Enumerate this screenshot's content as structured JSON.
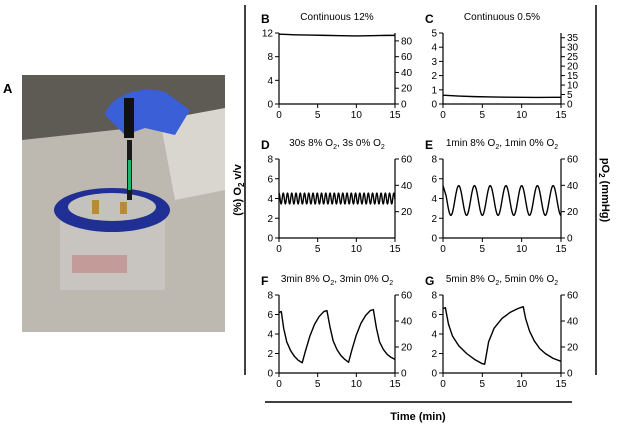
{
  "panel_a": {
    "label": "A",
    "colors": {
      "glove": "#3a5fd6",
      "dish_ring": "#22329a",
      "tray": "#b8b4ad",
      "electrode_tip": "#1fb46b"
    }
  },
  "axis_titles": {
    "left": "(%) O",
    "left_sub": "2",
    "left_tail": " v/v",
    "right": "pO",
    "right_sub": "2",
    "right_tail": " (mmHg)",
    "bottom": "Time (min)"
  },
  "chart_data": [
    {
      "panel": "B",
      "type": "line",
      "title": [
        {
          "t": "Continuous 12%"
        }
      ],
      "xlim": [
        0,
        15
      ],
      "xticks": [
        0,
        5,
        10,
        15
      ],
      "ylim": [
        0,
        12
      ],
      "yticks": [
        0,
        4,
        8,
        12
      ],
      "y2lim": [
        0,
        90
      ],
      "y2ticks": [
        0,
        20,
        40,
        60,
        80
      ],
      "x": [
        0,
        1,
        2,
        4,
        6,
        8,
        10,
        12,
        14,
        15
      ],
      "y": [
        11.8,
        11.75,
        11.7,
        11.65,
        11.6,
        11.55,
        11.5,
        11.55,
        11.6,
        11.6
      ]
    },
    {
      "panel": "C",
      "type": "line",
      "title": [
        {
          "t": "Continuous 0.5%"
        }
      ],
      "xlim": [
        0,
        15
      ],
      "xticks": [
        0,
        5,
        10,
        15
      ],
      "ylim": [
        0,
        5
      ],
      "yticks": [
        0,
        1,
        2,
        3,
        4,
        5
      ],
      "y2lim": [
        0,
        37.5
      ],
      "y2ticks": [
        0,
        5,
        10,
        15,
        20,
        25,
        30,
        35
      ],
      "x": [
        0,
        2,
        4,
        6,
        8,
        10,
        12,
        14,
        15
      ],
      "y": [
        0.62,
        0.56,
        0.52,
        0.5,
        0.48,
        0.47,
        0.46,
        0.47,
        0.47
      ]
    },
    {
      "panel": "D",
      "type": "line",
      "title": [
        {
          "t": "30s 8% O"
        },
        {
          "t": "2",
          "sub": true
        },
        {
          "t": ", 3s 0% O"
        },
        {
          "t": "2",
          "sub": true
        }
      ],
      "xlim": [
        0,
        15
      ],
      "xticks": [
        0,
        5,
        10,
        15
      ],
      "ylim": [
        0,
        8
      ],
      "yticks": [
        0,
        2,
        4,
        6,
        8
      ],
      "y2lim": [
        0,
        60
      ],
      "y2ticks": [
        20,
        40,
        60
      ],
      "wave": {
        "kind": "sine",
        "x0": 0,
        "x1": 15,
        "period": 0.55,
        "mid": 4.0,
        "amp": 0.55
      }
    },
    {
      "panel": "E",
      "type": "line",
      "title": [
        {
          "t": "1min 8% O"
        },
        {
          "t": "2",
          "sub": true
        },
        {
          "t": ", 1min 0% O"
        },
        {
          "t": "2",
          "sub": true
        }
      ],
      "xlim": [
        0,
        15
      ],
      "xticks": [
        0,
        5,
        10,
        15
      ],
      "ylim": [
        0,
        8
      ],
      "yticks": [
        0,
        2,
        4,
        6,
        8
      ],
      "y2lim": [
        0,
        60
      ],
      "y2ticks": [
        0,
        20,
        40,
        60
      ],
      "wave": {
        "kind": "sine",
        "x0": 0,
        "x1": 15,
        "period": 2.0,
        "mid": 3.8,
        "amp": 1.5,
        "start": 5.3
      }
    },
    {
      "panel": "F",
      "type": "line",
      "title": [
        {
          "t": "3min 8% O"
        },
        {
          "t": "2",
          "sub": true
        },
        {
          "t": ", 3min 0% O"
        },
        {
          "t": "2",
          "sub": true
        }
      ],
      "xlim": [
        0,
        15
      ],
      "xticks": [
        0,
        5,
        10,
        15
      ],
      "ylim": [
        0,
        8
      ],
      "yticks": [
        0,
        2,
        4,
        6,
        8
      ],
      "y2lim": [
        0,
        60
      ],
      "y2ticks": [
        0,
        20,
        40,
        60
      ],
      "x": [
        0,
        0.3,
        0.6,
        1,
        1.5,
        2,
        2.5,
        3,
        3.4,
        4,
        4.6,
        5.2,
        5.8,
        6.2,
        6.6,
        7,
        7.5,
        8,
        8.5,
        9,
        9.4,
        10,
        10.6,
        11.2,
        11.8,
        12.2,
        12.6,
        13,
        13.5,
        14,
        14.5,
        15
      ],
      "y": [
        6.2,
        6.3,
        4.6,
        3.2,
        2.3,
        1.7,
        1.3,
        1.05,
        2.2,
        3.8,
        5.0,
        5.8,
        6.3,
        6.4,
        4.7,
        3.3,
        2.4,
        1.8,
        1.4,
        1.1,
        2.3,
        3.9,
        5.1,
        5.9,
        6.4,
        6.5,
        4.6,
        3.2,
        2.4,
        1.9,
        1.6,
        1.4
      ]
    },
    {
      "panel": "G",
      "type": "line",
      "title": [
        {
          "t": "5min 8% O"
        },
        {
          "t": "2",
          "sub": true
        },
        {
          "t": ", 5min 0% O"
        },
        {
          "t": "2",
          "sub": true
        }
      ],
      "xlim": [
        0,
        15
      ],
      "xticks": [
        0,
        5,
        10,
        15
      ],
      "ylim": [
        0,
        8
      ],
      "yticks": [
        0,
        2,
        4,
        6,
        8
      ],
      "y2lim": [
        0,
        60
      ],
      "y2ticks": [
        0,
        20,
        40,
        60
      ],
      "x": [
        0,
        0.3,
        0.7,
        1.2,
        2,
        3,
        4,
        5,
        5.3,
        5.8,
        6.5,
        7.5,
        8.5,
        9.5,
        10.2,
        10.5,
        11,
        11.6,
        12.3,
        13,
        14,
        15
      ],
      "y": [
        6.6,
        6.7,
        5.0,
        3.8,
        2.8,
        2.0,
        1.4,
        0.95,
        0.9,
        3.2,
        4.6,
        5.6,
        6.2,
        6.6,
        6.8,
        5.6,
        4.3,
        3.3,
        2.5,
        2.0,
        1.5,
        1.2
      ]
    }
  ]
}
